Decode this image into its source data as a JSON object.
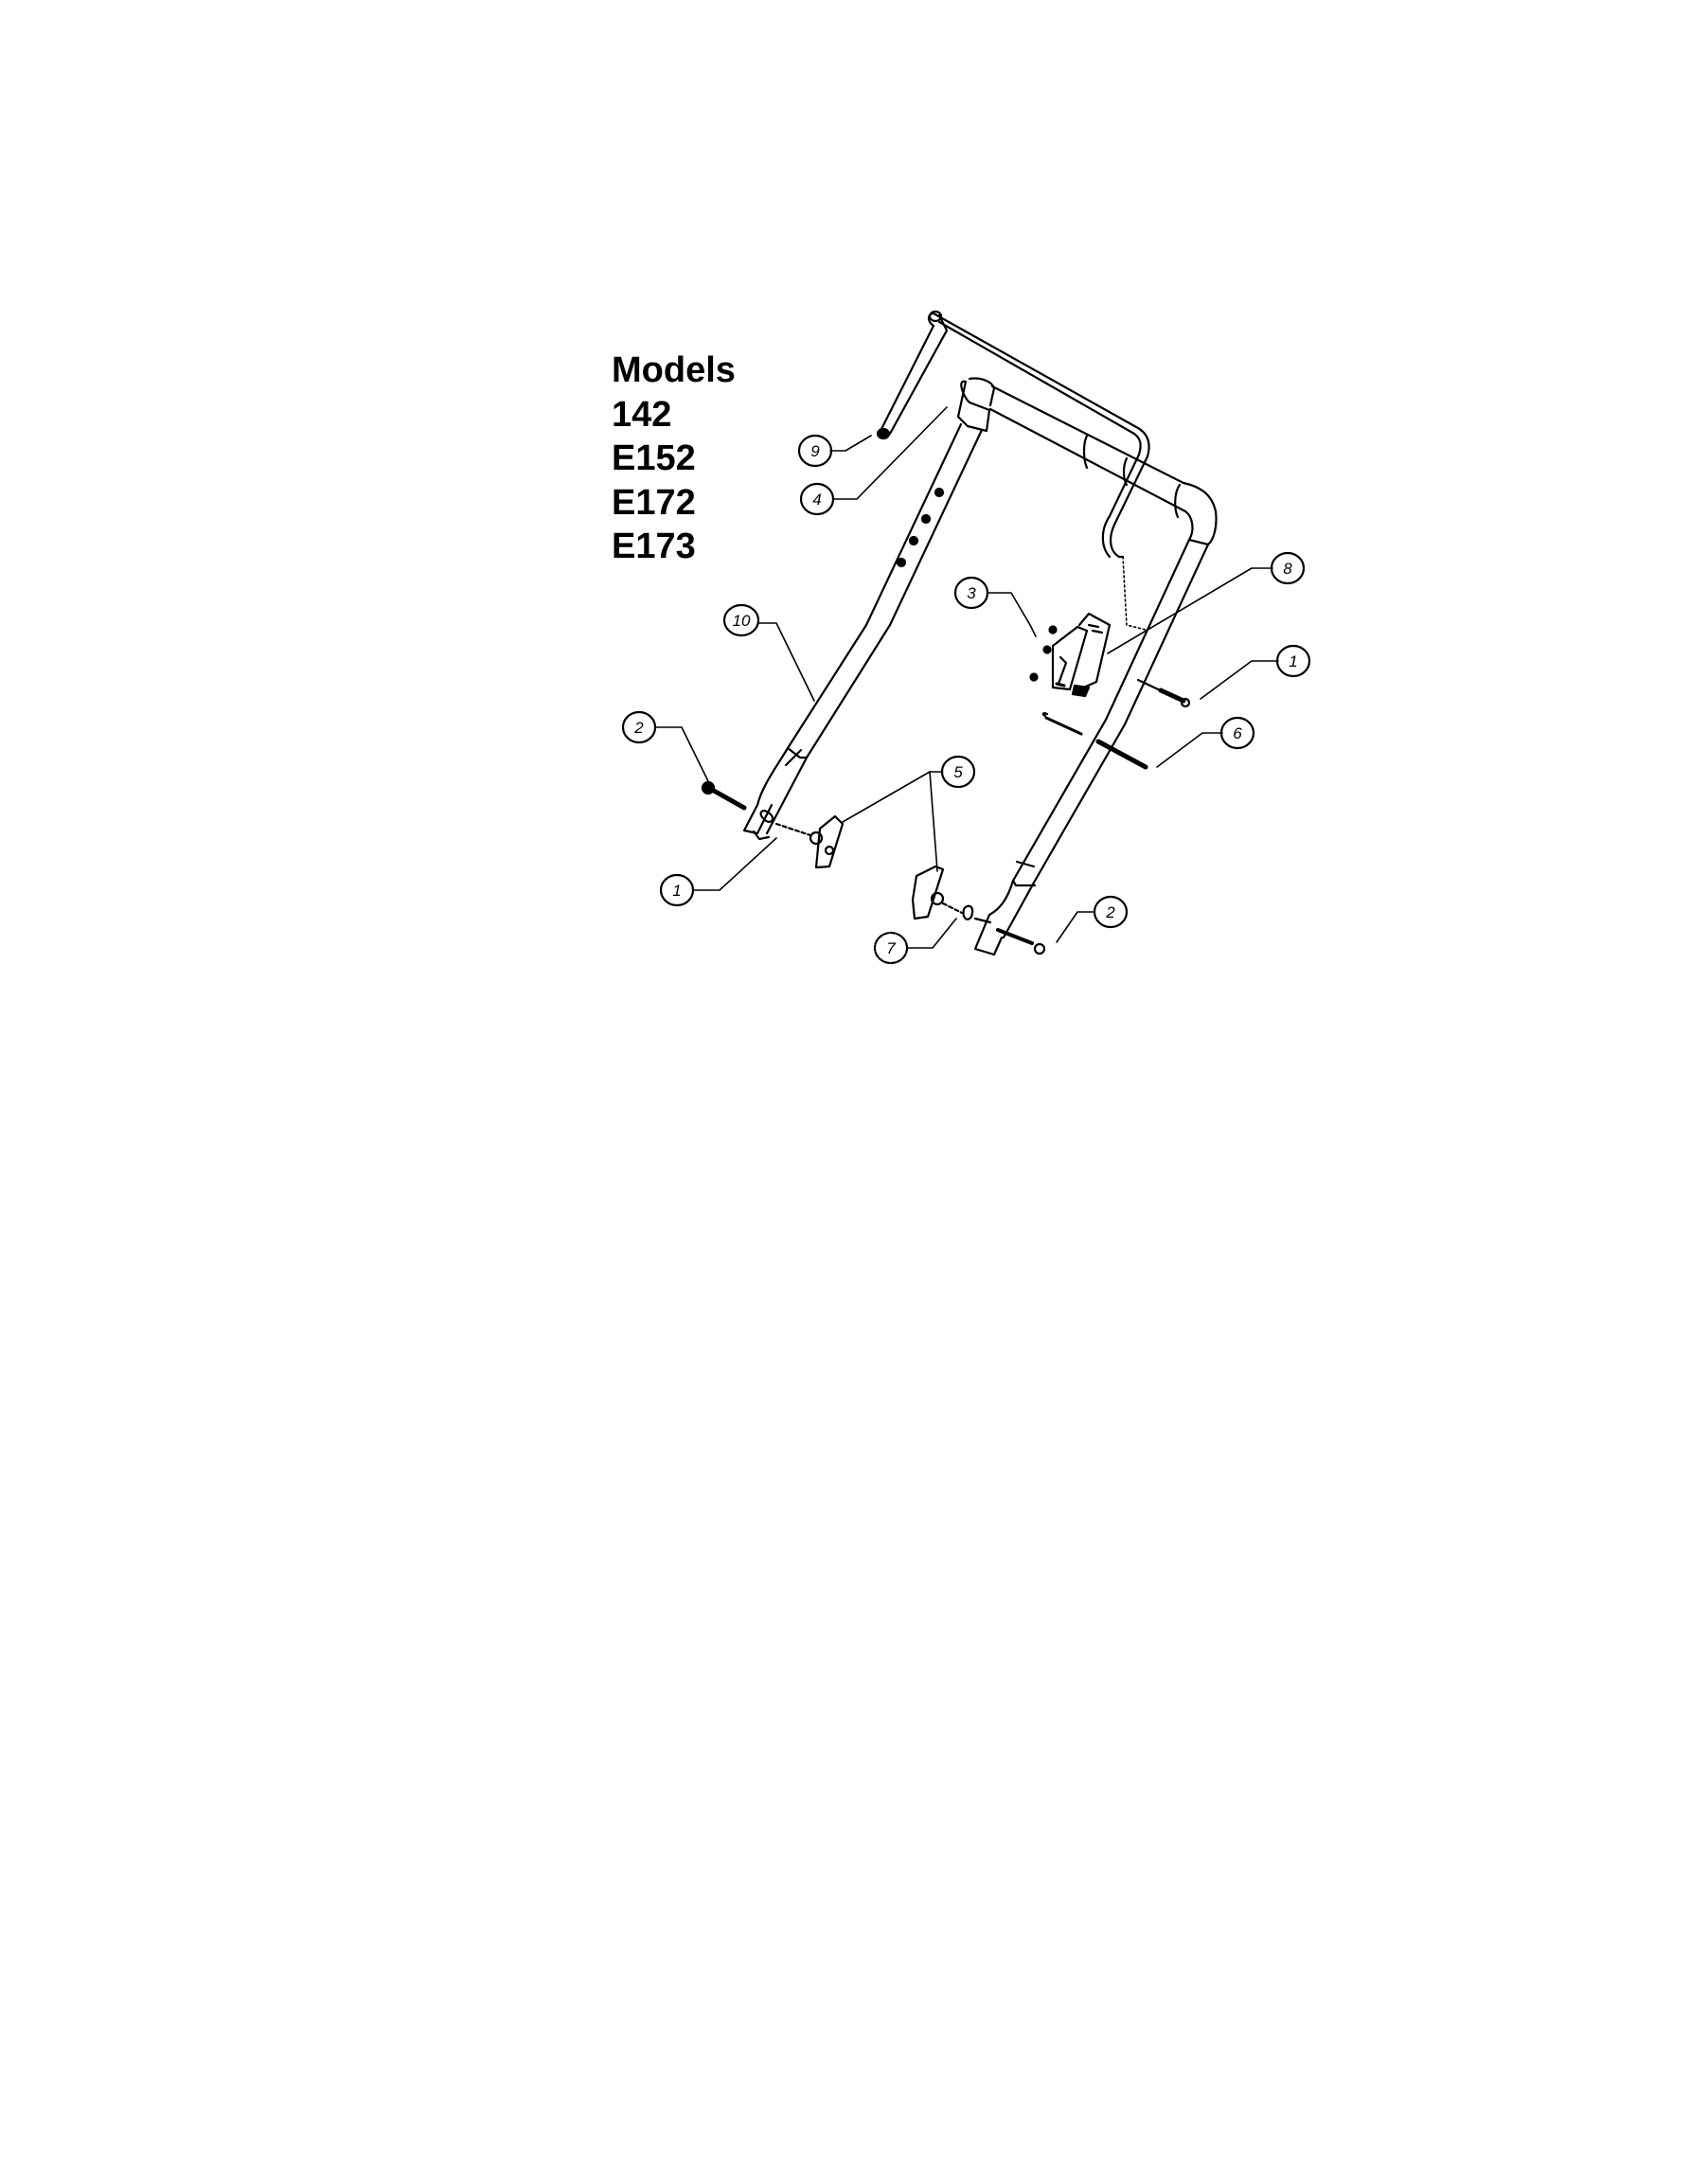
{
  "models_block": {
    "heading": "Models",
    "models": [
      "142",
      "E152",
      "E172",
      "E173"
    ]
  },
  "diagram": {
    "subject": "Lawn mower handle assembly (exploded view)",
    "callouts": [
      {
        "id": "9",
        "label": "9"
      },
      {
        "id": "4",
        "label": "4"
      },
      {
        "id": "3",
        "label": "3"
      },
      {
        "id": "8",
        "label": "8"
      },
      {
        "id": "1a",
        "label": "1"
      },
      {
        "id": "6",
        "label": "6"
      },
      {
        "id": "10",
        "label": "10"
      },
      {
        "id": "2a",
        "label": "2"
      },
      {
        "id": "5",
        "label": "5"
      },
      {
        "id": "1b",
        "label": "1"
      },
      {
        "id": "7",
        "label": "7"
      },
      {
        "id": "2b",
        "label": "2"
      }
    ]
  }
}
